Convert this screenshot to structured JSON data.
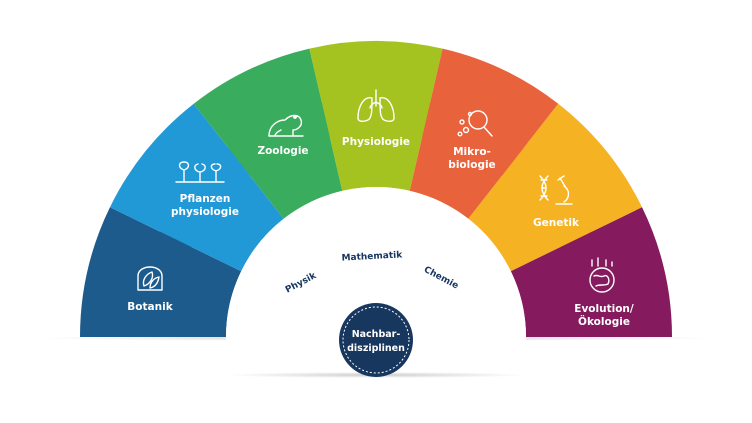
{
  "segments": [
    {
      "key": "botanik",
      "lines": [
        "Botanik"
      ],
      "color": "#1d5b8c",
      "icon": "leaves-icon"
    },
    {
      "key": "pflanzenphysiologie",
      "lines": [
        "Pflanzen",
        "physiologie"
      ],
      "color": "#2199d6",
      "icon": "seedlings-icon"
    },
    {
      "key": "zoologie",
      "lines": [
        "Zoologie"
      ],
      "color": "#3aac5e",
      "icon": "frog-icon"
    },
    {
      "key": "physiologie",
      "lines": [
        "Physiologie"
      ],
      "color": "#a5c320",
      "icon": "lungs-icon"
    },
    {
      "key": "mikrobiologie",
      "lines": [
        "Mikro-",
        "biologie"
      ],
      "color": "#e8623c",
      "icon": "magnifier-icon"
    },
    {
      "key": "genetik",
      "lines": [
        "Genetik"
      ],
      "color": "#f5b223",
      "icon": "dna-microscope-icon"
    },
    {
      "key": "evolution",
      "lines": [
        "Evolution/",
        "Ökologie"
      ],
      "color": "#861a5e",
      "icon": "globe-plants-icon"
    }
  ],
  "neighbors": [
    "Physik",
    "Mathematik",
    "Chemie"
  ],
  "center": {
    "lines": [
      "Nachbar-",
      "disziplinen"
    ],
    "color": "#17375e",
    "ring_color": "#ffffff"
  }
}
